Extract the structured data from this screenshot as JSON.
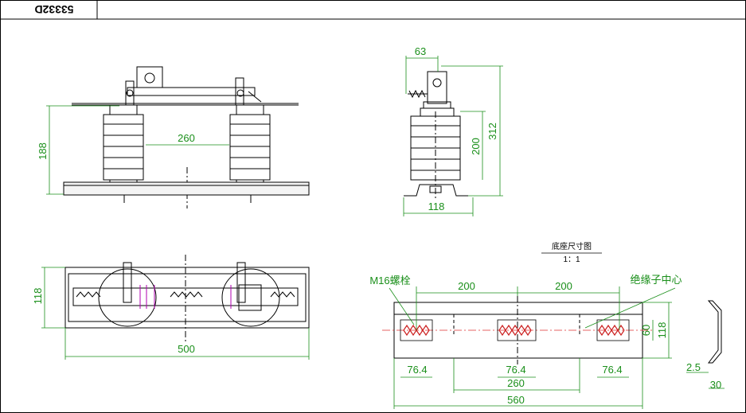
{
  "drawing_id": "53332D",
  "front_view": {
    "dim_width": "260",
    "dim_height": "188"
  },
  "side_view": {
    "dim_top": "63",
    "dim_insulator": "200",
    "dim_total": "312",
    "dim_base": "118"
  },
  "top_view": {
    "dim_height": "118",
    "dim_length": "500"
  },
  "base_detail": {
    "title": "底座尺寸图",
    "scale": "1：1",
    "bolt_label": "M16螺栓",
    "center_label": "绝缘子中心",
    "spacing_left": "200",
    "spacing_right": "200",
    "slot_1": "76.4",
    "slot_2": "76.4",
    "slot_3": "76.4",
    "span": "260",
    "length": "560",
    "inner_height": "60",
    "outer_height": "118",
    "thickness": "2.5",
    "flange": "30"
  },
  "colors": {
    "dimension": "#1a8f1a",
    "centerline": "#e03030",
    "slot": "#cc2222",
    "hardware": "#b000b0"
  }
}
